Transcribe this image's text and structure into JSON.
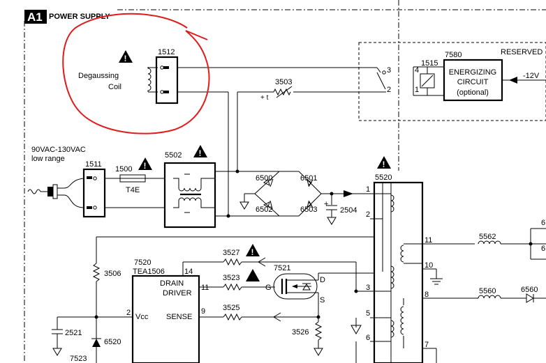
{
  "section": {
    "badge": "A1",
    "title": "POWER SUPPLY"
  },
  "degauss": {
    "ref": "1512",
    "label_line1": "Degaussing",
    "label_line2": "Coil"
  },
  "mains": {
    "range_line1": "90VAC-130VAC",
    "range_line2": "low range",
    "connector_ref": "1511"
  },
  "fuse": {
    "ref": "1500",
    "type": "T4E"
  },
  "filter": {
    "ref": "5502"
  },
  "resistor_3503": {
    "ref": "3503",
    "ptc_mark": "+ t"
  },
  "relay": {
    "ref": "1515",
    "pin_top": "4",
    "pin_bottom": "1",
    "switch_pin_top": "3",
    "switch_pin_bottom": "2"
  },
  "energizing": {
    "ref": "7580",
    "line1": "ENERGIZING",
    "line2": "CIRCUIT",
    "line3": "(optional)",
    "supply": "-12V"
  },
  "reserved_label": "RESERVED",
  "bridge": {
    "d1": "6500",
    "d2": "6501",
    "d3": "6502",
    "d4": "6503"
  },
  "cap_2504": {
    "ref": "2504",
    "polarity": "+"
  },
  "transformer": {
    "ref": "5520",
    "pins": [
      "1",
      "2",
      "3",
      "5",
      "6",
      "11",
      "10",
      "8",
      "7"
    ]
  },
  "coils": {
    "l1": "5562",
    "l2": "5560"
  },
  "diode_6560": "6560",
  "controller": {
    "ref": "7520",
    "part": "TEA1506",
    "drain_line1": "DRAIN",
    "drain_line2": "DRIVER",
    "vcc": "Vcc",
    "sense": "SENSE",
    "pin14": "14",
    "pin11": "11",
    "pin9": "9",
    "pin2": "2"
  },
  "resistors": {
    "r3527": "3527",
    "r3523": "3523",
    "r3525": "3525",
    "r3506": "3506",
    "r3526": "3526"
  },
  "mosfet": {
    "ref": "7521",
    "gate": "G",
    "drain": "D",
    "source": "S"
  },
  "cap_2521": "2521",
  "diode_6520": "6520",
  "part_7523": "7523",
  "edge_labels": [
    "6",
    "6"
  ],
  "annotation_color": "#e01b1b"
}
